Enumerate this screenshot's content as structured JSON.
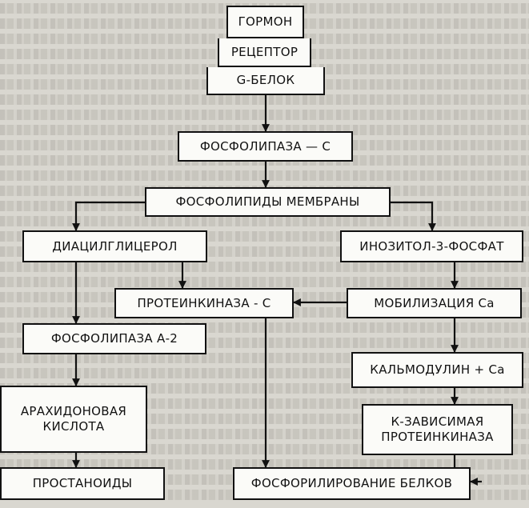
{
  "boxes": {
    "hormone": "ГОРМОН",
    "receptor": "РЕЦЕПТОР",
    "g_protein": "G-БЕЛОК",
    "phospholipase_c": "ФОСФОЛИПАЗА — С",
    "membrane_phospholipids": "ФОСФОЛИПИДЫ   МЕМБРАНЫ",
    "diacylglycerol": "ДИАЦИЛГЛИЦЕРОЛ",
    "inositol_3_phosphate": "ИНОЗИТОЛ-3-ФОСФАТ",
    "protein_kinase_c": "ПРОТЕИНКИНАЗА - С",
    "ca_mobilization": "МОБИЛИЗАЦИЯ Са",
    "phospholipase_a2": "ФОСФОЛИПАЗА   А-2",
    "calmodulin_ca": "КАЛЬМОДУЛИН + Са",
    "arachidonic_acid": "АРАХИДОНОВАЯ\nКИСЛОТА",
    "k_dependent_protein_kinase": "К-ЗАВИСИМАЯ\nПРОТЕИНКИНАЗА",
    "prostanoids": "ПРОСТАНОИДЫ",
    "protein_phosphorylation": "ФОСФОРИЛИРОВАНИЕ БЕЛКОВ"
  },
  "colors": {
    "background": "#d9d7d0",
    "box_fill": "#fbfbf8",
    "line": "#111111"
  }
}
